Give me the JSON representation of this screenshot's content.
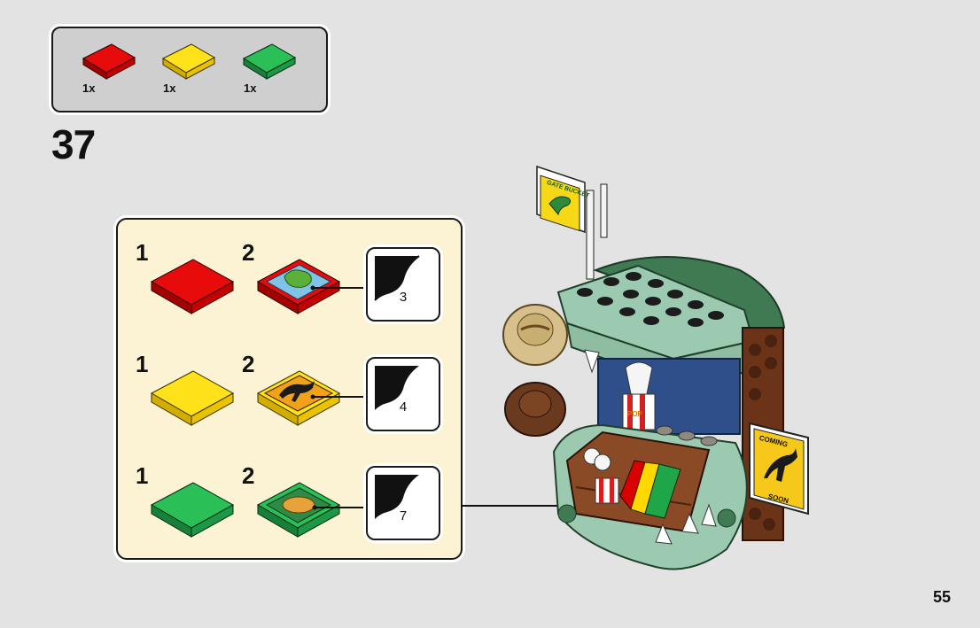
{
  "parts_list": {
    "items": [
      {
        "color_name": "red",
        "color": "#d90000",
        "qty": "1x"
      },
      {
        "color_name": "yellow",
        "color": "#ffd800",
        "qty": "1x"
      },
      {
        "color_name": "green",
        "color": "#1fa648",
        "qty": "1x"
      }
    ]
  },
  "step": {
    "number": "37"
  },
  "sub_steps": [
    {
      "first_label": "1",
      "second_label": "2",
      "tile_color": "#d90000",
      "decal_ref": "3"
    },
    {
      "first_label": "1",
      "second_label": "2",
      "tile_color": "#ffd800",
      "decal_ref": "4"
    },
    {
      "first_label": "1",
      "second_label": "2",
      "tile_color": "#1fa648",
      "decal_ref": "7"
    }
  ],
  "model": {
    "flag_text": "GATE BUCKET",
    "sign_text_top": "COMING",
    "sign_text_bottom": "SOON",
    "popcorn_text": "POP"
  },
  "page": {
    "number": "55"
  }
}
